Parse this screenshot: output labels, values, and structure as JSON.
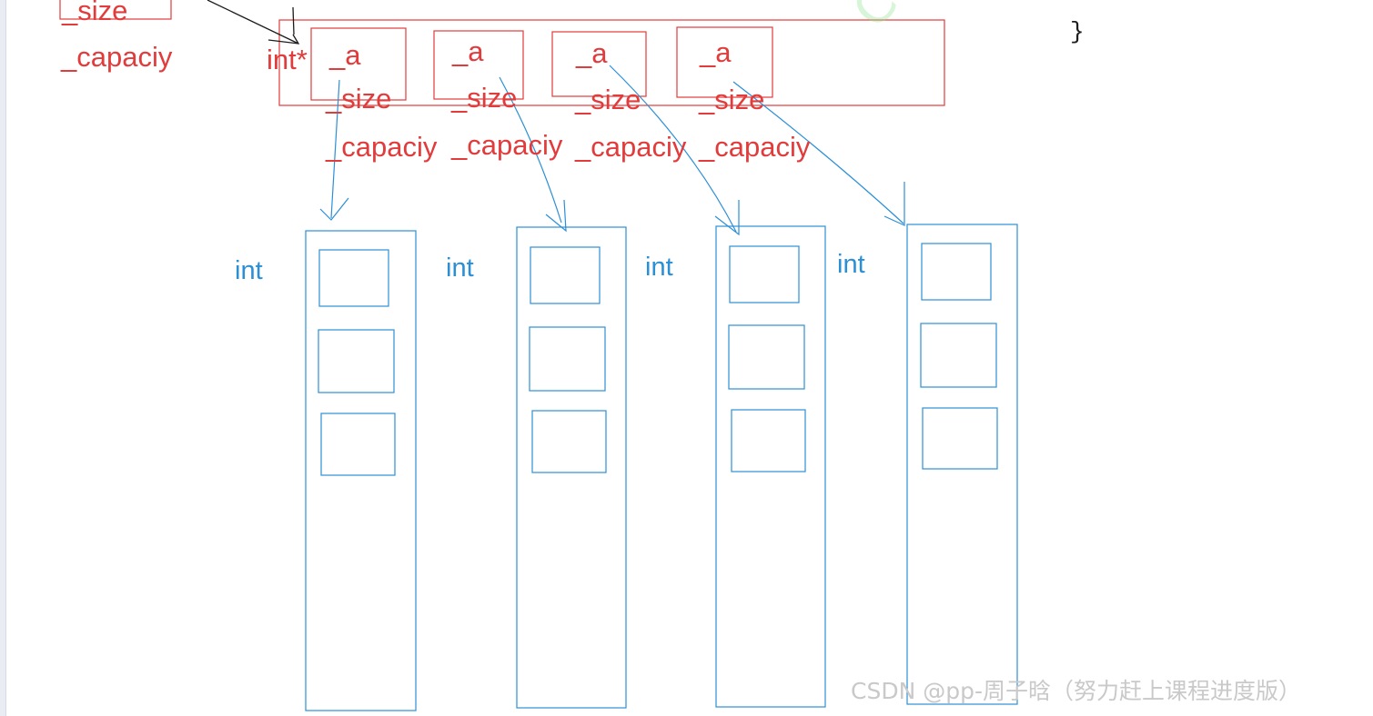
{
  "left_labels": {
    "size": "_size",
    "capacity": "_capaciy"
  },
  "array_type": "int*",
  "elements": [
    {
      "a": "_a",
      "size": "_size",
      "capacity": "_capaciy",
      "type": "int"
    },
    {
      "a": "_a",
      "size": "_size",
      "capacity": "_capaciy",
      "type": "int"
    },
    {
      "a": "_a",
      "size": "_size",
      "capacity": "_capaciy",
      "type": "int"
    },
    {
      "a": "_a",
      "size": "_size",
      "capacity": "_capaciy",
      "type": "int"
    }
  ],
  "code": {
    "closing_brace": "}"
  },
  "watermark": "CSDN @pp-周子晗（努力赶上课程进度版）",
  "colors": {
    "red": "#e23b3b",
    "blue": "#2b8fd6",
    "black": "#1c1c1c"
  }
}
